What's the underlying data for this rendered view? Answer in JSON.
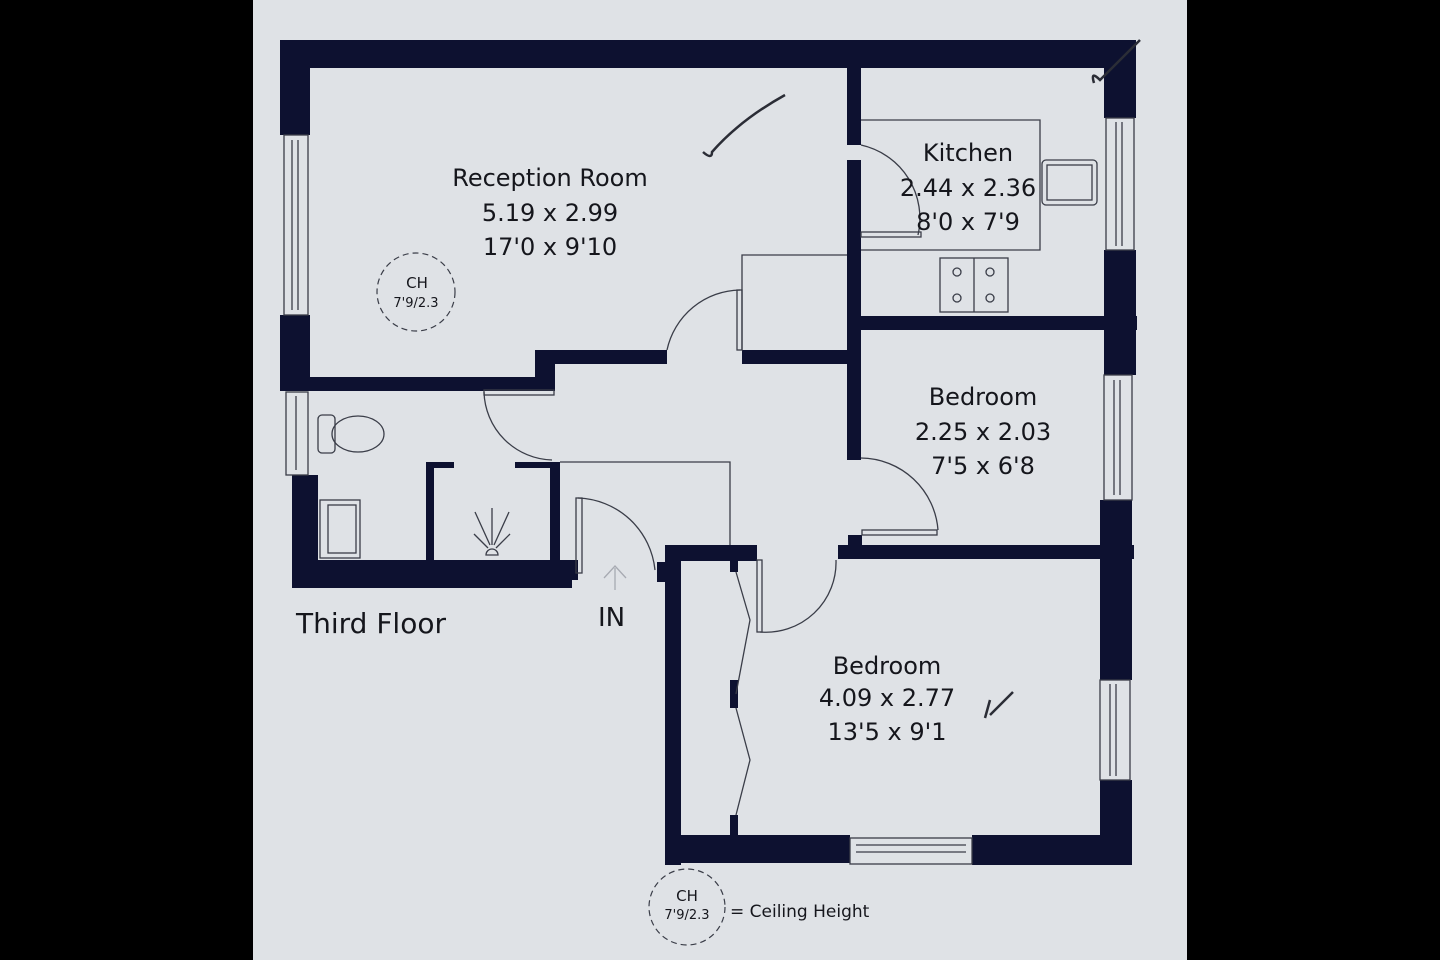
{
  "plan": {
    "floor_label": "Third Floor",
    "entry_label": "IN",
    "colors": {
      "wall": "#0d1130",
      "paper": "#dfe2e6",
      "line": "#3a3d48",
      "text": "#15161c",
      "letterbox": "#000000"
    },
    "rooms": [
      {
        "name": "Reception Room",
        "metric": "5.19 x 2.99",
        "imperial": "17'0 x 9'10"
      },
      {
        "name": "Kitchen",
        "metric": "2.44 x 2.36",
        "imperial": "8'0 x 7'9"
      },
      {
        "name": "Bedroom",
        "metric": "2.25 x 2.03",
        "imperial": "7'5 x 6'8"
      },
      {
        "name": "Bedroom",
        "metric": "4.09 x 2.77",
        "imperial": "13'5 x 9'1"
      }
    ],
    "ceiling_badge": {
      "code": "CH",
      "value": "7'9/2.3"
    },
    "legend": {
      "code": "CH",
      "value": "7'9/2.3",
      "text": "= Ceiling Height"
    },
    "icons": [
      "toilet-icon",
      "basin-icon",
      "shower-icon",
      "sink-icon",
      "hob-icon",
      "wardrobe-icon",
      "entry-arrow-icon",
      "checkmark-icon"
    ]
  }
}
